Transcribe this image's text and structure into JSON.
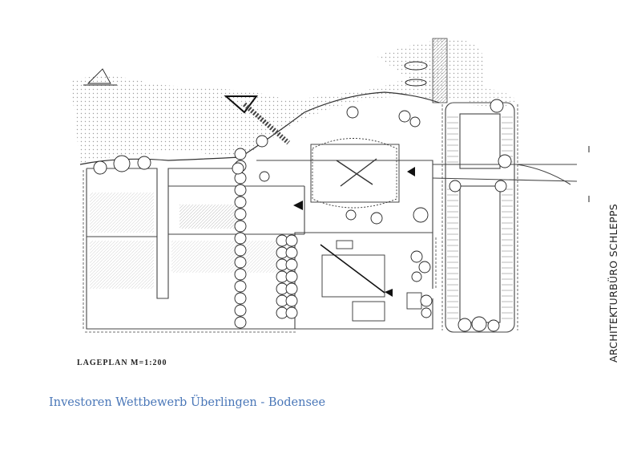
{
  "plan": {
    "label": "LAGEPLAN  M=1:200"
  },
  "office": {
    "name": "ARCHITEKTURBÜRO SCHLEPPS"
  },
  "caption": {
    "text": "Investoren Wettbewerb Überlingen - Bodensee"
  },
  "colors": {
    "caption": "#4a77b8",
    "ink": "#333333"
  }
}
